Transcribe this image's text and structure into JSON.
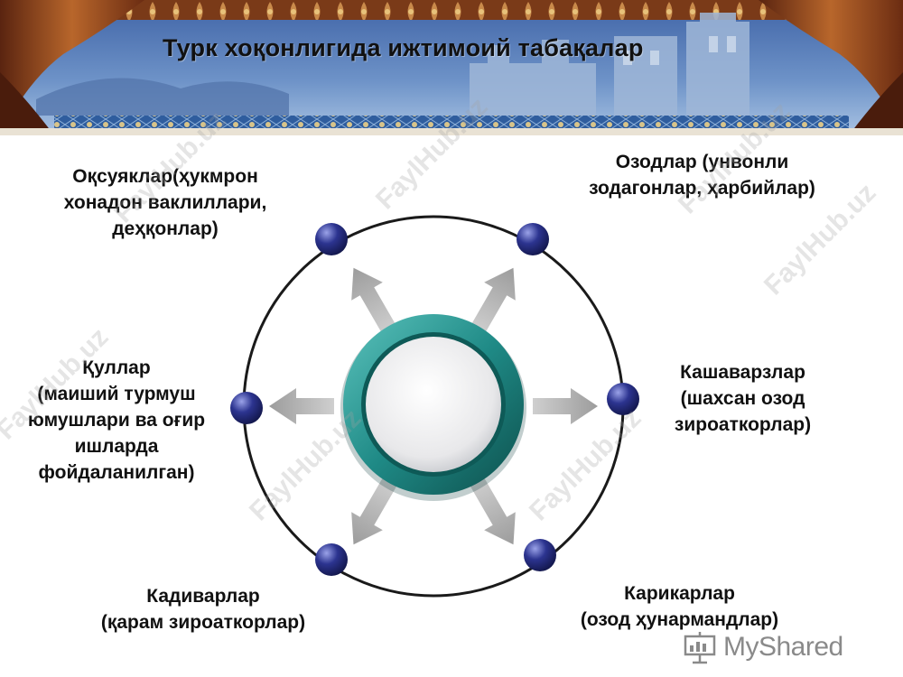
{
  "slide": {
    "title": "Турк хоқонлигида ижтимоий табақалар"
  },
  "labels": {
    "top_left": [
      "Оқсуяклар(ҳукмрон",
      "хонадон вaклиллари,",
      "деҳқонлар)"
    ],
    "top_right": [
      "Озодлар (унвонли",
      "зодагонлар, ҳарбийлар)"
    ],
    "left": [
      "Қуллар",
      "(маиший турмуш",
      "юмушлари ва оғир",
      "ишларда",
      "фойдаланилган)"
    ],
    "right": [
      "Кашаварзлар",
      "(шахсан озод",
      "зироаткорлар)"
    ],
    "bottom_left": [
      "Кадиварлар",
      "(қарам зироаткорлар)"
    ],
    "bottom_right": [
      "Карикарлар",
      "(озод ҳунармандлар)"
    ]
  },
  "watermarks": [
    "FaylHub.uz",
    "FaylHub.uz",
    "FaylHub.uz",
    "FaylHub.uz",
    "FaylHub.uz",
    "FaylHub.uz",
    "FaylHub.uz"
  ],
  "logo": {
    "text": "MyShared",
    "icon": "presentation-board-icon"
  },
  "colors": {
    "ring": "#1a1a1a",
    "node": "#2a2f7a",
    "hub_ring": "#1f8a86",
    "arrow": "#a8a8a8"
  }
}
